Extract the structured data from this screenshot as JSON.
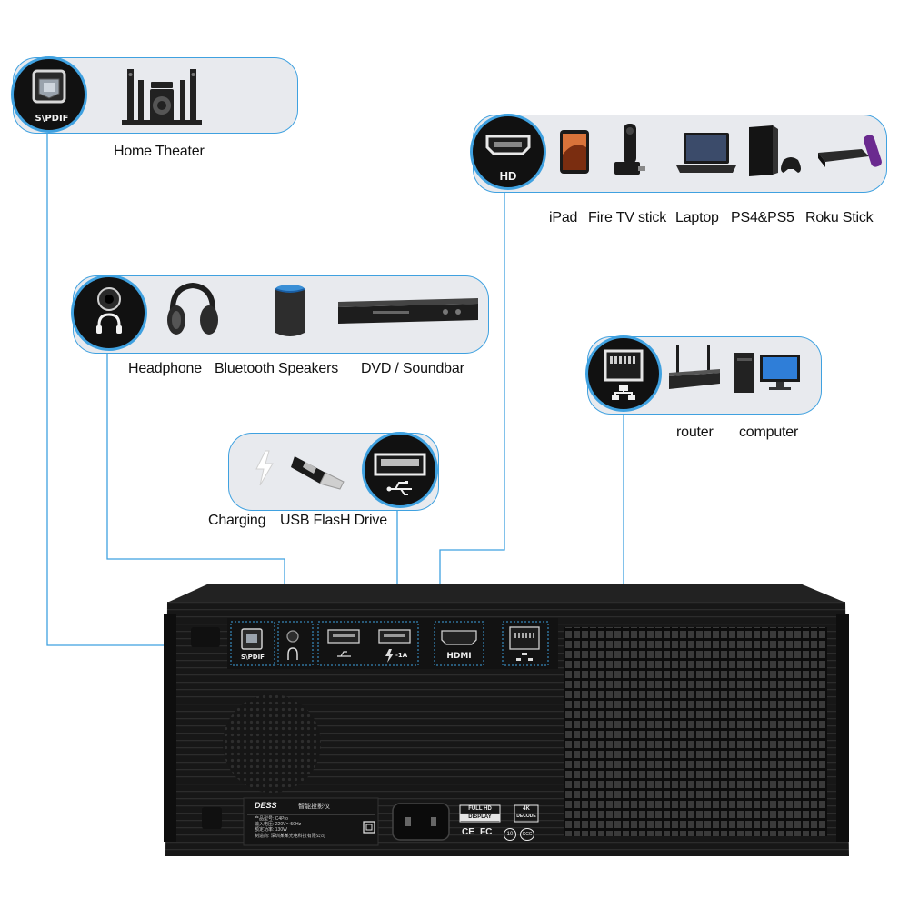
{
  "colors": {
    "accent": "#3fa1e0",
    "pill_bg": "#e8eaee",
    "device": "#141414"
  },
  "groups": {
    "spdif": {
      "port_label": "S\\PDIF",
      "devices": [
        "Home Theater"
      ]
    },
    "hdmi": {
      "port_label": "HD",
      "devices": [
        "iPad",
        "Fire TV stick",
        "Laptop",
        "PS4&PS5",
        "Roku Stick"
      ]
    },
    "audio": {
      "port_icon": "headphone-icon",
      "devices": [
        "Headphone",
        "Bluetooth Speakers",
        "DVD / Soundbar"
      ]
    },
    "lan": {
      "port_icon": "ethernet-icon",
      "devices": [
        "router",
        "computer"
      ]
    },
    "usb": {
      "port_icon": "usb-icon",
      "devices": [
        "Charging",
        "USB FlasH Drive"
      ]
    }
  },
  "panel": {
    "spdif_label": "S\\PDIF",
    "charge_label": "-1A",
    "hdmi_label": "HDMI",
    "brand": "DESS",
    "product_name": "智能投影仪",
    "spec_lines": [
      "产品型号: C4Pro",
      "输入电压: 220V～50Hz",
      "额定功率: 130W",
      "制造商: 深圳某某光电科技有限公司"
    ],
    "badge_fullhd_top": "FULL HD",
    "badge_fullhd_bottom": "DISPLAY",
    "badge_4k_top": "4K",
    "badge_4k_bottom": "DECODE",
    "cert_marks": [
      "CE",
      "FC",
      "10",
      "CCC"
    ]
  }
}
